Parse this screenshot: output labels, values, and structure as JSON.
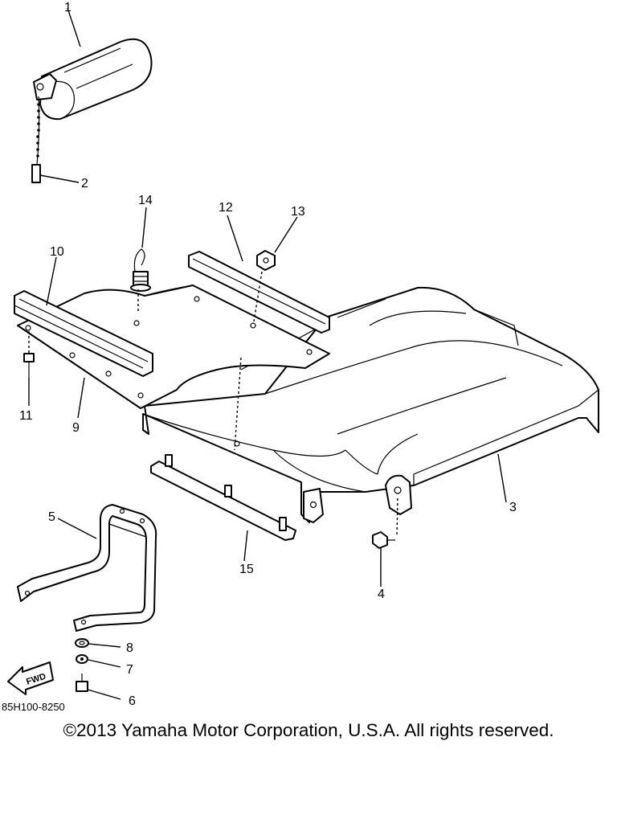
{
  "diagram": {
    "part_numbers": [
      "1",
      "2",
      "3",
      "4",
      "5",
      "6",
      "7",
      "8",
      "9",
      "10",
      "11",
      "12",
      "13",
      "14",
      "15"
    ],
    "forward_label": "FWD",
    "diagram_code": "85H100-8250"
  },
  "footer": {
    "copyright": "©2013 Yamaha Motor Corporation, U.S.A. All rights reserved."
  }
}
